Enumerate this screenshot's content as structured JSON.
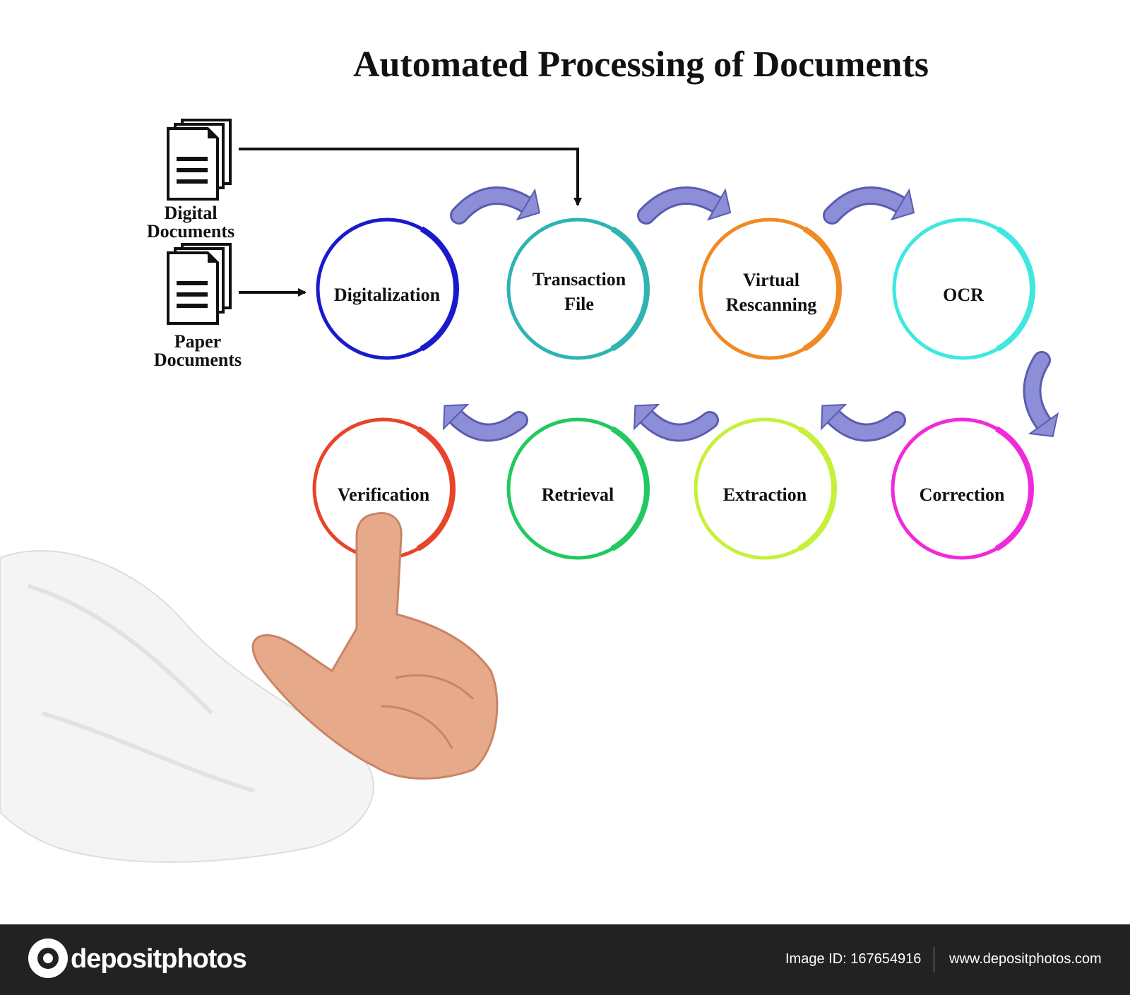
{
  "title": "Automated Processing of Documents",
  "sources": [
    {
      "label_line1": "Digital",
      "label_line2": "Documents",
      "icon": "document-stack-icon"
    },
    {
      "label_line1": "Paper",
      "label_line2": "Documents",
      "icon": "document-stack-icon"
    }
  ],
  "steps": [
    {
      "id": "digitalization",
      "line1": "Digitalization",
      "line2": "",
      "color": "#1a1acc"
    },
    {
      "id": "transaction-file",
      "line1": "Transaction",
      "line2": "File",
      "color": "#2fb3b3"
    },
    {
      "id": "virtual-rescanning",
      "line1": "Virtual",
      "line2": "Rescanning",
      "color": "#f08a24"
    },
    {
      "id": "ocr",
      "line1": "OCR",
      "line2": "",
      "color": "#3ee8e0"
    },
    {
      "id": "correction",
      "line1": "Correction",
      "line2": "",
      "color": "#f02ad8"
    },
    {
      "id": "extraction",
      "line1": "Extraction",
      "line2": "",
      "color": "#c6f03a"
    },
    {
      "id": "retrieval",
      "line1": "Retrieval",
      "line2": "",
      "color": "#22c860"
    },
    {
      "id": "verification",
      "line1": "Verification",
      "line2": "",
      "color": "#e8442a"
    }
  ],
  "arrow_color": "#8c8ed8",
  "footer": {
    "brand": "depositphotos",
    "image_id": "Image ID: 167654916",
    "site": "www.depositphotos.com"
  }
}
